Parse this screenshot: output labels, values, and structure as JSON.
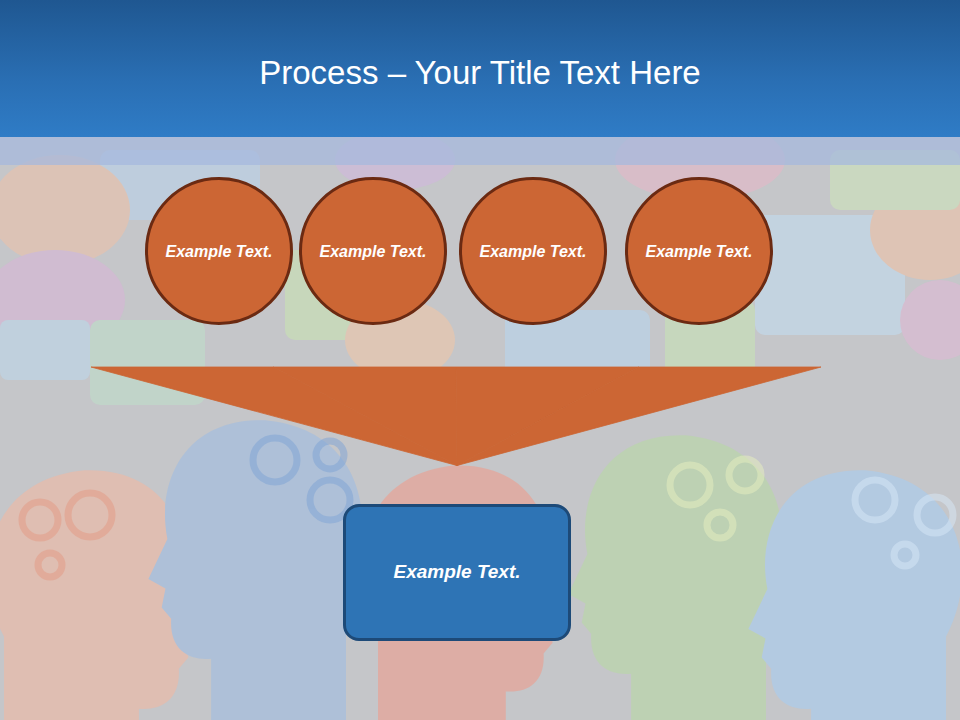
{
  "diagram": {
    "title": "Process – Your Title Text Here",
    "nodes": [
      {
        "text": [
          "Example Text."
        ]
      },
      {
        "text": [
          "Example Text."
        ]
      },
      {
        "text": [
          "Example Text."
        ]
      },
      {
        "text": [
          "Example Text."
        ]
      },
      {
        "text": [
          "Example Text."
        ]
      }
    ],
    "edges": [
      {
        "from": 0,
        "to": 4,
        "arrow": "to"
      },
      {
        "from": 1,
        "to": 4,
        "arrow": "to"
      },
      {
        "from": 2,
        "to": 4,
        "arrow": "to"
      },
      {
        "from": 3,
        "to": 4,
        "arrow": "to"
      }
    ]
  }
}
